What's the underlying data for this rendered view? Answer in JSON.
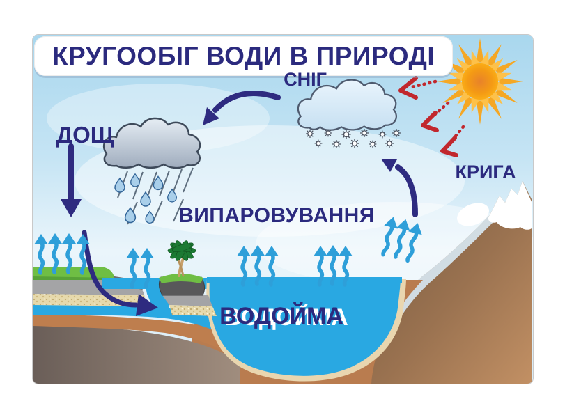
{
  "title": "КРУГООБІГ ВОДИ В ПРИРОДІ",
  "labels": {
    "snow": "СНІГ",
    "rain": "ДОЩ",
    "evaporation": "ВИПАРОВУВАННЯ",
    "ice": "КРИГА",
    "reservoir": "ВОДОЙМА"
  },
  "colors": {
    "label_navy": "#2b2a7e",
    "flow_arrow_navy": "#2e2b80",
    "sky_blue": "#a9d7ee",
    "water_blue": "#29a8e2",
    "evaporation_arrow_blue": "#2e9fd9",
    "sunbeam_arrow_red": "#c1272d",
    "sun_core_orange": "#ef8c1e",
    "sun_ray_gold": "#fbae17",
    "grass_green": "#6fbe44",
    "sand_beige": "#e6d9ac",
    "earth_brown": "#be7e4e",
    "mountain_brown": "#8a684c",
    "snow_white": "#ffffff"
  },
  "icons": {
    "sun": "sun-icon",
    "snow_cloud": "snow-cloud-icon",
    "rain_cloud": "rain-cloud-icon",
    "snowflakes": "snowflake-icon",
    "raindrops": "raindrop-icon",
    "palm_tree": "palm-tree-icon",
    "mountain": "mountain-icon",
    "evaporation_arrows": "evaporation-arrow-icon",
    "cycle_arrows": "flow-arrow-icon",
    "sunbeam_arrows": "sunbeam-arrow-icon"
  }
}
